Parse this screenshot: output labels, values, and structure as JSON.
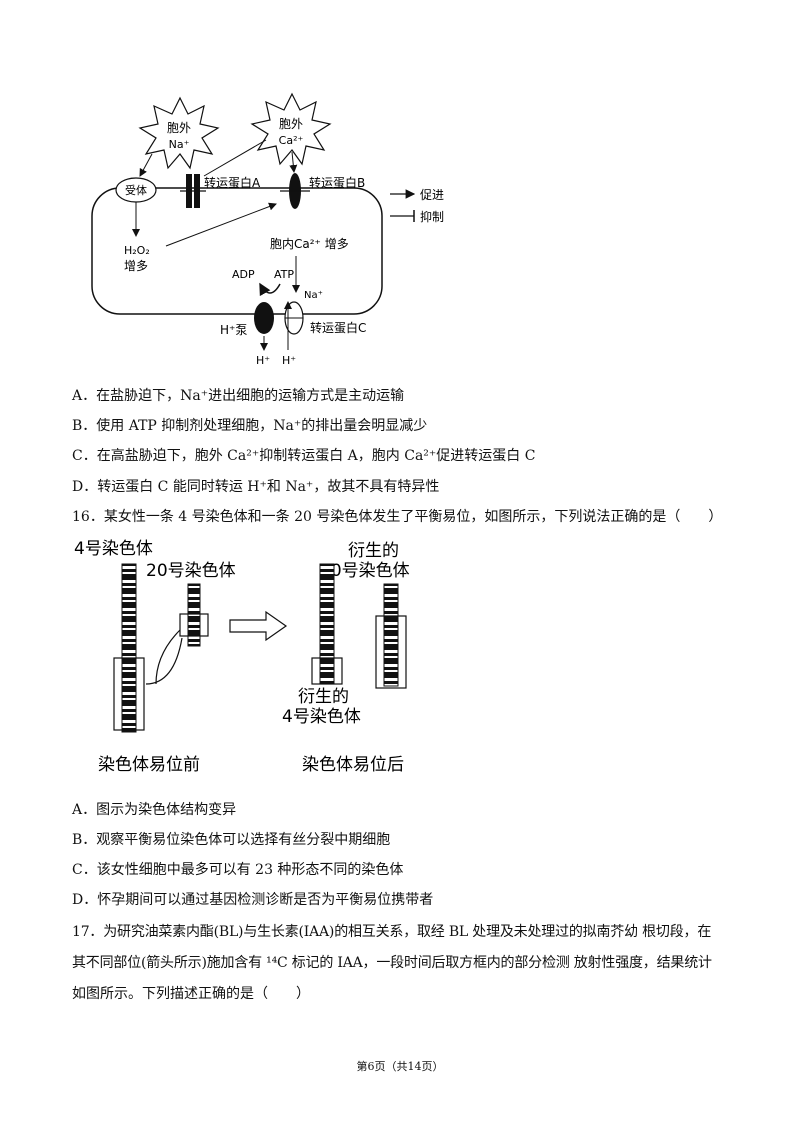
{
  "diagram1": {
    "star_na_line1": "胞外",
    "star_na_line2": "Na⁺",
    "star_ca_line1": "胞外",
    "star_ca_line2": "Ca²⁺",
    "receptor": "受体",
    "transporter_a": "转运蛋白A",
    "transporter_b": "转运蛋白B",
    "legend_promote": "促进",
    "legend_inhibit": "抑制",
    "h2o2_line1": "H₂O₂",
    "h2o2_line2": "增多",
    "ca_in": "胞内Ca²⁺ 增多",
    "adp": "ADP",
    "atp": "ATP",
    "na_plus": "Na⁺",
    "h_pump": "H⁺泵",
    "transporter_c": "转运蛋白C",
    "h_plus_1": "H⁺",
    "h_plus_2": "H⁺"
  },
  "q15_options": [
    "A．在盐胁迫下，Na⁺进出细胞的运输方式是主动运输",
    "B．使用 ATP 抑制剂处理细胞，Na⁺的排出量会明显减少",
    "C．在高盐胁迫下，胞外 Ca²⁺抑制转运蛋白 A，胞内 Ca²⁺促进转运蛋白 C",
    "D．转运蛋白 C 能同时转运 H⁺和 Na⁺，故其不具有特异性"
  ],
  "q16_stem": "16．某女性一条 4 号染色体和一条 20 号染色体发生了平衡易位，如图所示，下列说法正确的是（　　）",
  "diagram2": {
    "chr4": "4号染色体",
    "chr20": "20号染色体",
    "derived20_line1": "衍生的",
    "derived20_line2": "20号染色体",
    "derived4_line1": "衍生的",
    "derived4_line2": "4号染色体",
    "before": "染色体易位前",
    "after": "染色体易位后"
  },
  "q16_options": [
    "A．图示为染色体结构变异",
    "B．观察平衡易位染色体可以选择有丝分裂中期细胞",
    "C．该女性细胞中最多可以有 23 种形态不同的染色体",
    "D．怀孕期间可以通过基因检测诊断是否为平衡易位携带者"
  ],
  "q17_lines": [
    "17．为研究油菜素内酯(BL)与生长素(IAA)的相互关系，取经 BL 处理及未处理过的拟南芥幼 根切段，在",
    "其不同部位(箭头所示)施加含有 ¹⁴C 标记的 IAA，一段时间后取方框内的部分检测 放射性强度，结果统计",
    "如图所示。下列描述正确的是（　　）"
  ],
  "footer": "第6页（共14页）"
}
